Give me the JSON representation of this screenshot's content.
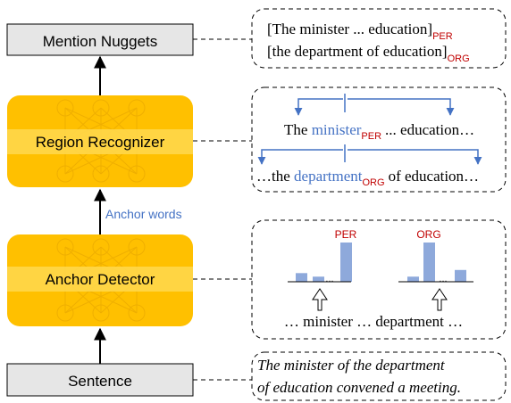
{
  "left": {
    "mention_nuggets": "Mention Nuggets",
    "region_recognizer": "Region Recognizer",
    "anchor_words": "Anchor words",
    "anchor_detector": "Anchor Detector",
    "sentence": "Sentence"
  },
  "panel1": {
    "line1_text": "[The minister ... education]",
    "line1_tag": "PER",
    "line2_text": "[the department of education]",
    "line2_tag": "ORG"
  },
  "panel2": {
    "row1_pre": "The",
    "row1_anchor": "minister",
    "row1_tag": "PER",
    "row1_post": "... education…",
    "row2_pre": "…the",
    "row2_anchor": "department",
    "row2_tag": "ORG",
    "row2_post": "of education…"
  },
  "panel3": {
    "label_per": "PER",
    "label_org": "ORG",
    "ellipsis": "...",
    "words": "… minister … department …",
    "bars_left": [
      0.22,
      0.13,
      0.0,
      1.0
    ],
    "bars_right": [
      0.13,
      1.0,
      0.0,
      0.3
    ]
  },
  "panel4": {
    "line1": "The minister of the department",
    "line2": "of education convened a meeting."
  },
  "colors": {
    "yellow": "#FFC000",
    "yellow_light": "#FFD74A",
    "gray_box": "#E6E6E6",
    "blue": "#4472C4",
    "bar_blue": "#8EA9DB",
    "red": "#C00000"
  }
}
